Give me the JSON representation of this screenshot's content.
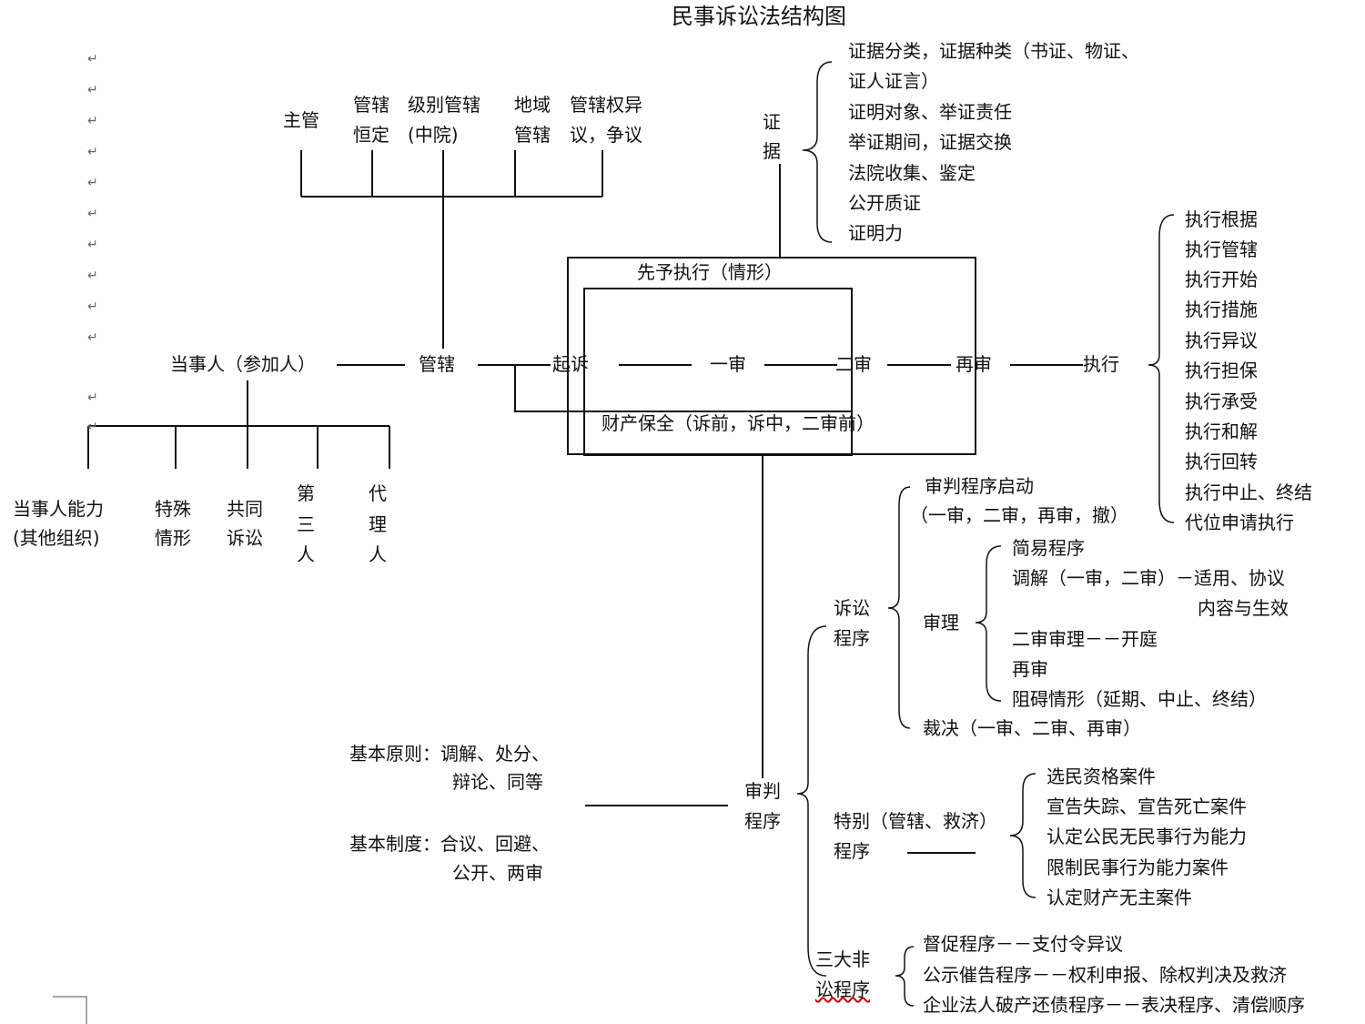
{
  "title": "民事诉讼法结构图",
  "top": {
    "zhuguan": "主管",
    "guanxia_l1": "管辖",
    "guanxia_l2": "恒定",
    "jibie_l1": "级别管辖",
    "jibie_l2": "(中院)",
    "diyu_l1": "地域",
    "diyu_l2": "管辖",
    "quanyi_l1": "管辖权异",
    "quanyi_l2": "议，争议"
  },
  "main": {
    "party": "当事人（参加人）",
    "jurisdiction": "管辖",
    "qisu": "起诉",
    "yishen": "一审",
    "ershen": "二审",
    "zaishen": "再审",
    "zhixing": "执行"
  },
  "box": {
    "xianyu": "先予执行（情形）",
    "caichan": "财产保全（诉前，诉中，二审前）"
  },
  "parties": [
    [
      "当事人能力",
      "(其他组织)"
    ],
    [
      "特殊",
      "情形"
    ],
    [
      "共同",
      "诉讼"
    ],
    [
      "第",
      "三",
      "人"
    ],
    [
      "代",
      "理",
      "人"
    ]
  ],
  "evidence": {
    "label_1": "证",
    "label_2": "据",
    "items": [
      "证据分类，证据种类（书证、物证、",
      "证人证言）",
      "证明对象、举证责任",
      "举证期间，证据交换",
      "法院收集、鉴定",
      "公开质证",
      "证明力"
    ]
  },
  "execution": {
    "items": [
      "执行根据",
      "执行管辖",
      "执行开始",
      "执行措施",
      "执行异议",
      "执行担保",
      "执行承受",
      "执行和解",
      "执行回转",
      "执行中止、终结",
      "代位申请执行"
    ]
  },
  "trial": {
    "label_1": "审判",
    "label_2": "程序",
    "principles_1": "基本原则：调解、处分、",
    "principles_2": "辩论、同等",
    "systems_1": "基本制度：合议、回避、",
    "systems_2": "公开、两审",
    "litigation": {
      "label_1": "诉讼",
      "label_2": "程序",
      "start_1": "审判程序启动",
      "start_2": "（一审，二审，再审，撤）",
      "hearing_label": "审理",
      "hearing_items": [
        "简易程序",
        "调解（一审，二审）－适用、协议",
        "内容与生效",
        "二审审理－－开庭",
        "再审",
        "阻碍情形（延期、中止、终结）"
      ],
      "ruling": "裁决（一审、二审、再审）"
    },
    "special": {
      "label_1": "特别（管辖、救济）",
      "label_2": "程序",
      "items": [
        "选民资格案件",
        "宣告失踪、宣告死亡案件",
        "认定公民无民事行为能力",
        "限制民事行为能力案件",
        "认定财产无主案件"
      ]
    },
    "noncontentious": {
      "label_1": "三大非",
      "label_2": "讼程序",
      "items": [
        "督促程序－－支付令异议",
        "公示催告程序－－权利申报、除权判决及救济",
        "企业法人破产还债程序－－表决程序、清偿顺序"
      ]
    }
  }
}
